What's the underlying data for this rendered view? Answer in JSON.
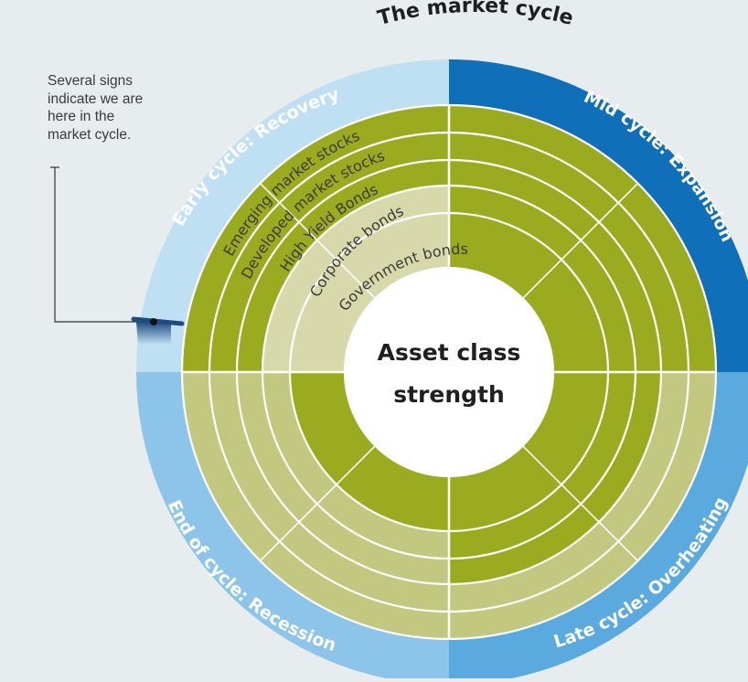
{
  "title": "The market cycle",
  "center_label": {
    "line1": "Asset class",
    "line2": "strength"
  },
  "annotation": {
    "lines": [
      "Several signs",
      "indicate we are",
      "here in the",
      "market cycle."
    ]
  },
  "phases": [
    {
      "id": "early",
      "label": "Early cycle: Recovery",
      "color": "#bfe0f3"
    },
    {
      "id": "mid",
      "label": "Mid cycle: Expansion",
      "color": "#0f6fb8"
    },
    {
      "id": "late",
      "label": "Late cycle: Overheating",
      "color": "#5aaadf"
    },
    {
      "id": "end",
      "label": "End of cycle: Recession",
      "color": "#8cc4ea"
    }
  ],
  "asset_classes": [
    "Emerging market stocks",
    "Developed market stocks",
    "High Yield Bonds",
    "Corporate bonds",
    "Government bonds"
  ],
  "strength": {
    "early": [
      1,
      1,
      1,
      0,
      0
    ],
    "mid": [
      1,
      1,
      1,
      1,
      1
    ],
    "late": [
      0,
      0,
      1,
      1,
      1
    ],
    "end": [
      0,
      0,
      0,
      0,
      1
    ]
  },
  "colors": {
    "strong": "#9aab20",
    "weak": "#c2c880",
    "inactive": "#d7d9ab",
    "marker": "#1f4c80"
  }
}
